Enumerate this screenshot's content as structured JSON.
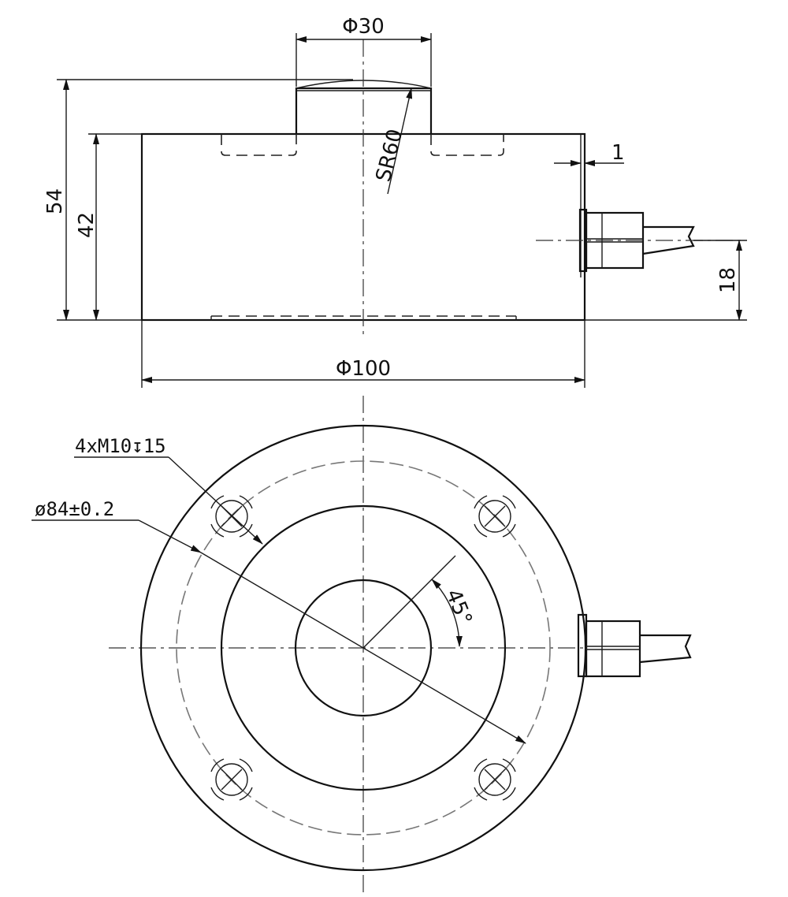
{
  "dimensions": {
    "boss_diameter": "Φ30",
    "sphere_radius": "SR60",
    "step": "1",
    "total_height": "54",
    "body_height": "42",
    "cable_height": "18",
    "outer_diameter": "Φ100",
    "threaded_holes": "4xM10↧15",
    "bolt_circle": "ø84±0.2",
    "angle": "45°"
  },
  "colors": {
    "line": "#111111",
    "pcd_line": "#777777",
    "background": "#ffffff"
  }
}
